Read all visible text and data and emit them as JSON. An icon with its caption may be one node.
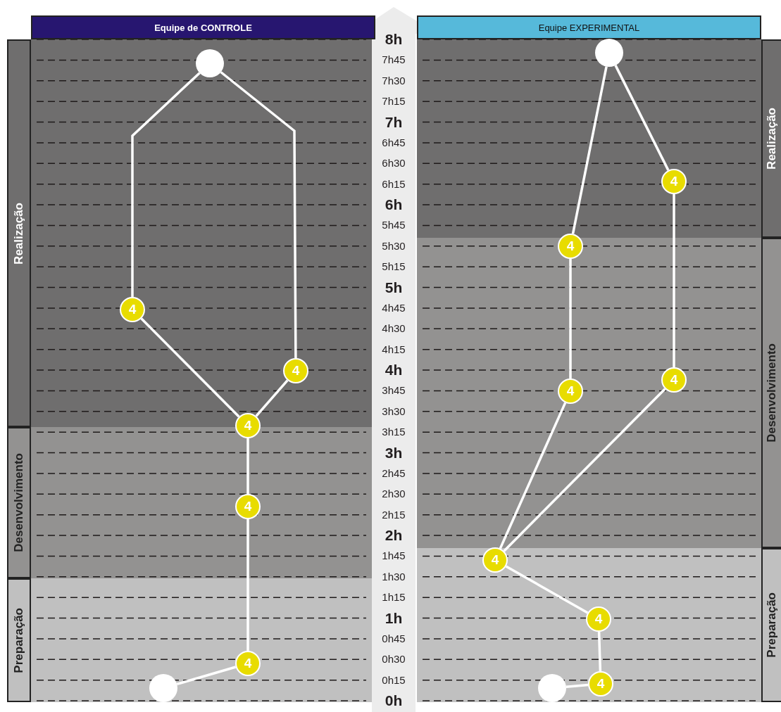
{
  "diagram": {
    "nodes": [
      {
        "text": [
          "Equipe de CONTROLE"
        ]
      },
      {
        "text": [
          "Equipe EXPERIMENTAL"
        ]
      },
      {
        "text": [
          "Realização"
        ]
      },
      {
        "text": [
          "Desenvolvimento"
        ]
      },
      {
        "text": [
          "Preparação"
        ]
      },
      {
        "text": [
          "Realização"
        ]
      },
      {
        "text": [
          "Desenvolvimento"
        ]
      },
      {
        "text": [
          "Preparação"
        ]
      },
      {
        "text": [],
        "shape": "circle"
      },
      {
        "text": [
          "4"
        ]
      },
      {
        "text": [
          "4"
        ]
      },
      {
        "text": [
          "4"
        ]
      },
      {
        "text": [
          "4"
        ]
      },
      {
        "text": [
          "4"
        ]
      },
      {
        "text": [],
        "shape": "circle"
      },
      {
        "text": [],
        "shape": "circle"
      },
      {
        "text": [
          "4"
        ]
      },
      {
        "text": [
          "4"
        ]
      },
      {
        "text": [
          "4"
        ]
      },
      {
        "text": [
          "4"
        ]
      },
      {
        "text": [
          "4"
        ]
      },
      {
        "text": [
          "4"
        ]
      },
      {
        "text": [
          "4"
        ]
      },
      {
        "text": [],
        "shape": "circle"
      }
    ],
    "edges": [
      {
        "from": 14,
        "to": 13,
        "arrow": "none"
      },
      {
        "from": 13,
        "to": 12,
        "arrow": "none"
      },
      {
        "from": 12,
        "to": 11,
        "arrow": "none"
      },
      {
        "from": 11,
        "to": 9,
        "arrow": "none"
      },
      {
        "from": 11,
        "to": 10,
        "arrow": "none"
      },
      {
        "from": 9,
        "to": 8,
        "arrow": "none"
      },
      {
        "from": 10,
        "to": 8,
        "arrow": "none"
      },
      {
        "from": 23,
        "to": 22,
        "arrow": "none"
      },
      {
        "from": 22,
        "to": 21,
        "arrow": "none"
      },
      {
        "from": 21,
        "to": 20,
        "arrow": "none"
      },
      {
        "from": 20,
        "to": 19,
        "arrow": "none"
      },
      {
        "from": 20,
        "to": 18,
        "arrow": "none"
      },
      {
        "from": 19,
        "to": 17,
        "arrow": "none"
      },
      {
        "from": 18,
        "to": 16,
        "arrow": "none"
      },
      {
        "from": 17,
        "to": 15,
        "arrow": "none"
      },
      {
        "from": 16,
        "to": 15,
        "arrow": "none"
      }
    ],
    "labels": [
      "8h",
      "7h45",
      "7h30",
      "7h15",
      "7h",
      "6h45",
      "6h30",
      "6h15",
      "6h",
      "5h45",
      "5h30",
      "5h15",
      "5h",
      "4h45",
      "4h30",
      "4h15",
      "4h",
      "3h45",
      "3h30",
      "3h15",
      "3h",
      "2h45",
      "2h30",
      "2h15",
      "2h",
      "1h45",
      "1h30",
      "1h15",
      "1h",
      "0h45",
      "0h30",
      "0h15",
      "0h"
    ]
  }
}
